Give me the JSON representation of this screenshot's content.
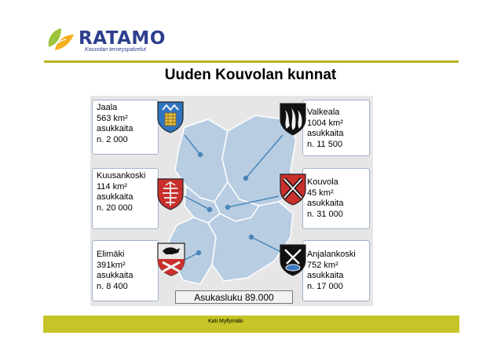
{
  "logo": {
    "name": "RATAMO",
    "tagline": "Kouvolan terveyspalvelut"
  },
  "slide": {
    "title": "Uuden Kouvolan kunnat"
  },
  "municipalities": [
    {
      "name": "Jaala",
      "area": "563 km²",
      "label": "asukkaita",
      "population": "n. 2 000"
    },
    {
      "name": "Kuusankoski",
      "area": "114 km²",
      "label": "asukkaita",
      "population": "n. 20 000"
    },
    {
      "name": "Elimäki",
      "area": "391km²",
      "label": "asukkaita",
      "population": "n. 8 400"
    },
    {
      "name": "Valkeala",
      "area": "1004 km²",
      "label": "asukkaita",
      "population": "n. 11 500"
    },
    {
      "name": "Kouvola",
      "area": "45 km²",
      "label": "asukkaita",
      "population": "n. 31 000"
    },
    {
      "name": "Anjalankoski",
      "area": "752 km²",
      "label": "asukkaita",
      "population": "n. 17 000"
    }
  ],
  "population_total": "Asukasluku 89.000",
  "footer": {
    "author": "Kati Myllymäki"
  },
  "colors": {
    "accent": "#c6c426",
    "brand": "#2e3e8e",
    "map_fill": "#b8cde2",
    "map_stroke": "#ffffff",
    "pointer": "#4a86b8"
  }
}
